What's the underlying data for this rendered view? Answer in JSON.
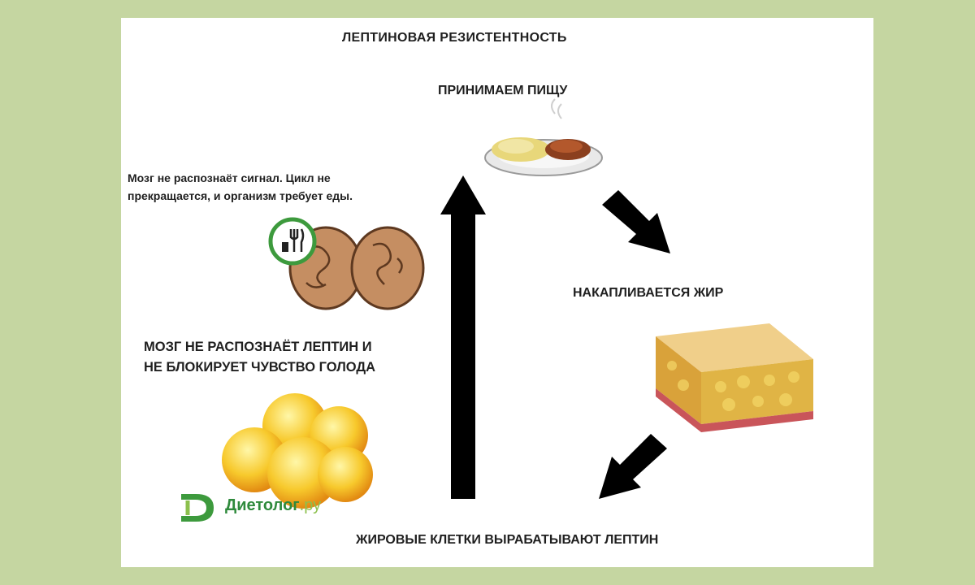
{
  "title": "ЛЕПТИНОВАЯ РЕЗИСТЕНТНОСТЬ",
  "steps": {
    "eat": "ПРИНИМАЕМ ПИЩУ",
    "fat": "НАКАПЛИВАЕТСЯ ЖИР",
    "cells": "ЖИРОВЫЕ КЛЕТКИ ВЫРАБАТЫВАЮТ ЛЕПТИН",
    "brain_line1": "МОЗГ НЕ РАСПОЗНАЁТ ЛЕПТИН И",
    "brain_line2": "НЕ БЛОКИРУЕТ ЧУВСТВО ГОЛОДА"
  },
  "signal_line1": "Мозг не распознаёт сигнал. Цикл не",
  "signal_line2": "прекращается, и организм требует еды.",
  "logo": {
    "name": "Диетолог",
    "domain": ".ру"
  },
  "colors": {
    "background": "#c5d6a1",
    "card": "#ffffff",
    "arrow": "#000000",
    "logo_green": "#2f8a3c"
  }
}
